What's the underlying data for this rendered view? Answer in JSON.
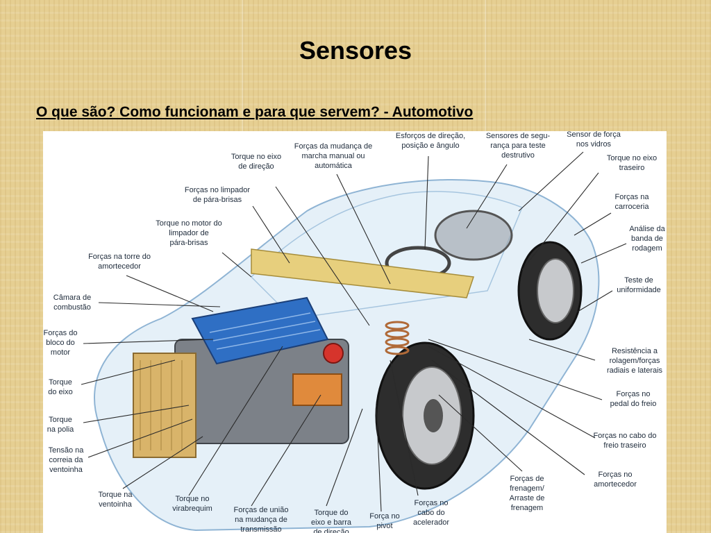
{
  "slide": {
    "title": "Sensores",
    "subtitle": "O que são? Como funcionam e para que servem? - Automotivo"
  },
  "colors": {
    "background": "#e6cf92",
    "engine_cover": "#2f6fc4",
    "car_glass": "#b9d6ec",
    "leader_line": "#2a2a2a"
  },
  "labels": [
    {
      "id": "torque-eixo-direcao",
      "text": "Torque no eixo\nde direção"
    },
    {
      "id": "forcas-mudanca-marcha",
      "text": "Forças da mudança de\nmarcha manual ou\nautomática"
    },
    {
      "id": "esforcos-direcao",
      "text": "Esforços de direção,\nposição e ângulo"
    },
    {
      "id": "sensores-seguranca",
      "text": "Sensores de segu-\nrança para teste\ndestrutivo"
    },
    {
      "id": "sensor-forca-vidros",
      "text": "Sensor de força\nnos vidros"
    },
    {
      "id": "torque-eixo-traseiro",
      "text": "Torque no eixo\ntraseiro"
    },
    {
      "id": "forcas-limpador",
      "text": "Forças no limpador\nde pára-brisas"
    },
    {
      "id": "forcas-carroceria",
      "text": "Forças na\ncarroceria"
    },
    {
      "id": "torque-motor-limpador",
      "text": "Torque no motor do\nlimpador de\npára-brisas"
    },
    {
      "id": "analise-banda",
      "text": "Análise da\nbanda de\nrodagem"
    },
    {
      "id": "forcas-torre-amortecedor",
      "text": "Forças na torre do\namortecedor"
    },
    {
      "id": "teste-uniformidade",
      "text": "Teste de\nuniformidade"
    },
    {
      "id": "camara-combustao",
      "text": "Câmara de\ncombustão"
    },
    {
      "id": "forcas-bloco-motor",
      "text": "Forças do\nbloco do\nmotor"
    },
    {
      "id": "resistencia-rolagem",
      "text": "Resistência a\nrolagem/forças\nradiais e laterais"
    },
    {
      "id": "torque-eixo",
      "text": "Torque\ndo eixo"
    },
    {
      "id": "forcas-pedal-freio",
      "text": "Forças no\npedal do freio"
    },
    {
      "id": "torque-polia",
      "text": "Torque\nna polia"
    },
    {
      "id": "forcas-cabo-freio",
      "text": "Forças no cabo do\nfreio traseiro"
    },
    {
      "id": "tensao-correia",
      "text": "Tensão na\ncorreia da\nventoinha"
    },
    {
      "id": "forcas-amortecedor",
      "text": "Forças no\namortecedor"
    },
    {
      "id": "torque-ventoinha",
      "text": "Torque na\nventoinha"
    },
    {
      "id": "torque-virabrequim",
      "text": "Torque no\nvirabrequim"
    },
    {
      "id": "forcas-uniao-transmissao",
      "text": "Forças de união\nna mudança de\ntransmissão"
    },
    {
      "id": "torque-eixo-barra",
      "text": "Torque do\neixo e barra\nde direção"
    },
    {
      "id": "forca-pivot",
      "text": "Força no\npivot"
    },
    {
      "id": "forcas-cabo-acelerador",
      "text": "Forças no\ncabo do\nacelerador"
    },
    {
      "id": "forcas-frenagem",
      "text": "Forças de\nfrenagem/\nArraste de\nfrenagem"
    }
  ]
}
